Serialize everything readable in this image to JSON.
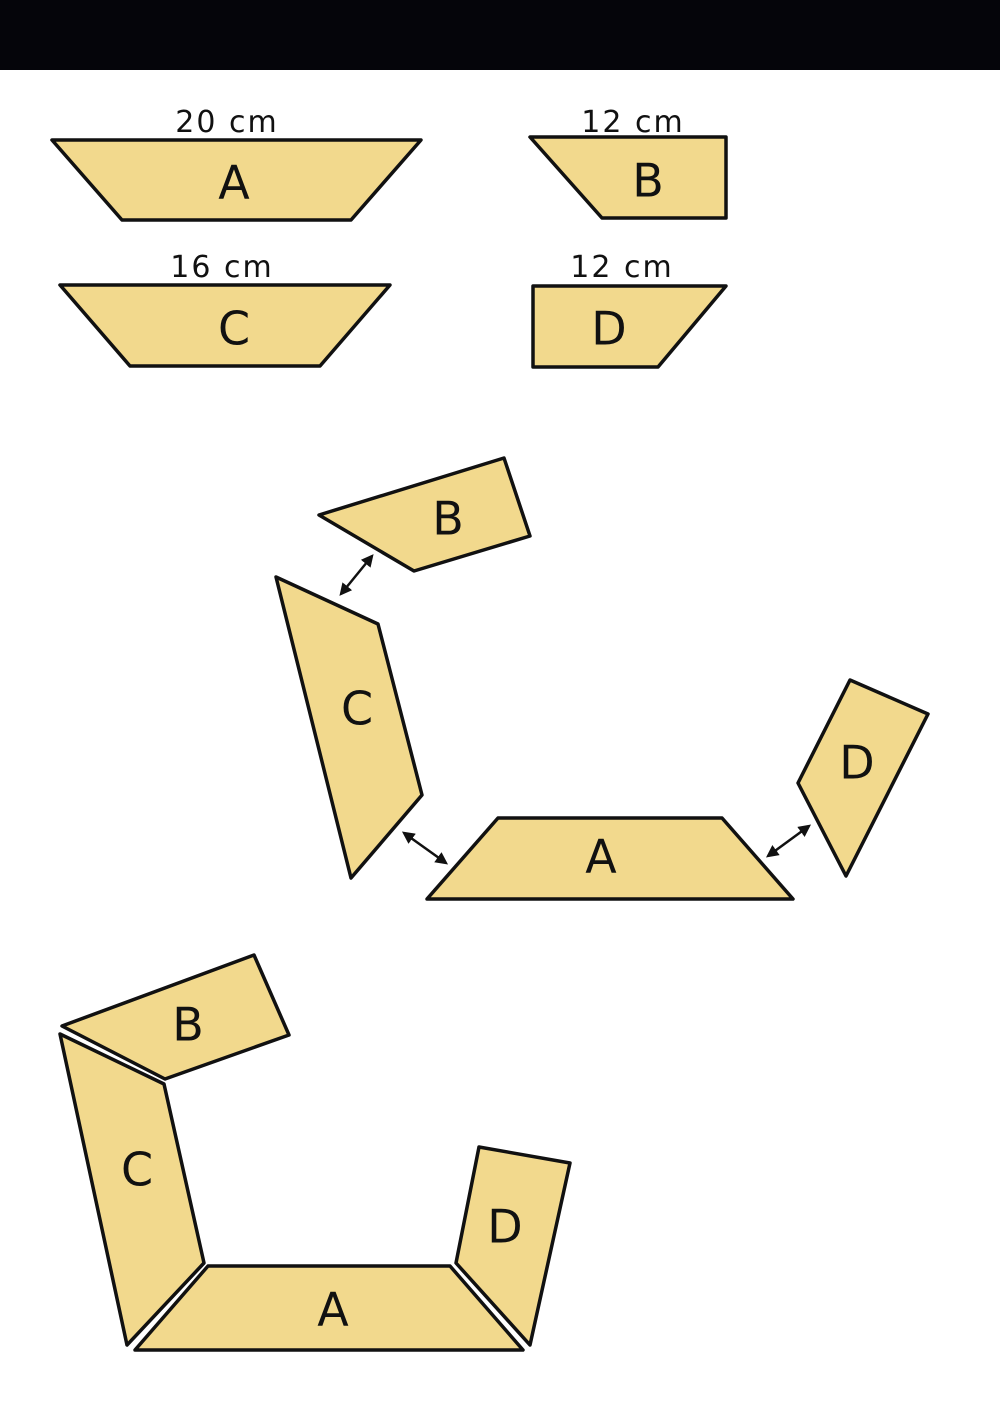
{
  "pieces": {
    "a": {
      "letter": "A",
      "measure": "20 cm"
    },
    "b": {
      "letter": "B",
      "measure": "12 cm"
    },
    "c": {
      "letter": "C",
      "measure": "16 cm"
    },
    "d": {
      "letter": "D",
      "measure": "12 cm"
    }
  },
  "colors": {
    "piece_fill": "#f2d98d",
    "outline": "#111111",
    "header_bar": "#05050a",
    "background": "#ffffff"
  }
}
